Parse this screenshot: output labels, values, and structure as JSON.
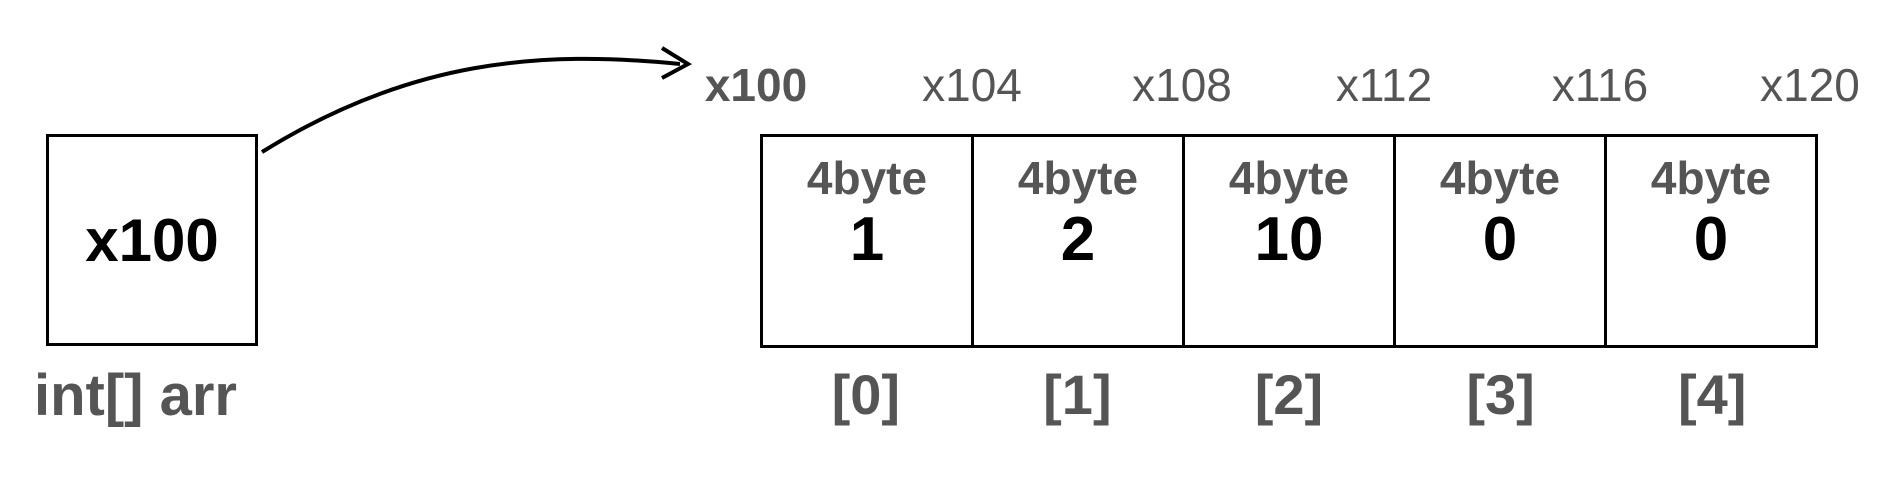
{
  "variable": {
    "value": "x100",
    "label": "int[] arr"
  },
  "addresses": [
    "x100",
    "x104",
    "x108",
    "x112",
    "x116",
    "x120"
  ],
  "array": {
    "cells": [
      {
        "size": "4byte",
        "value": "1",
        "index": "[0]"
      },
      {
        "size": "4byte",
        "value": "2",
        "index": "[1]"
      },
      {
        "size": "4byte",
        "value": "10",
        "index": "[2]"
      },
      {
        "size": "4byte",
        "value": "0",
        "index": "[3]"
      },
      {
        "size": "4byte",
        "value": "0",
        "index": "[4]"
      }
    ]
  },
  "colors": {
    "text_dark": "#000000",
    "text_gray": "#555555",
    "border": "#000000"
  }
}
